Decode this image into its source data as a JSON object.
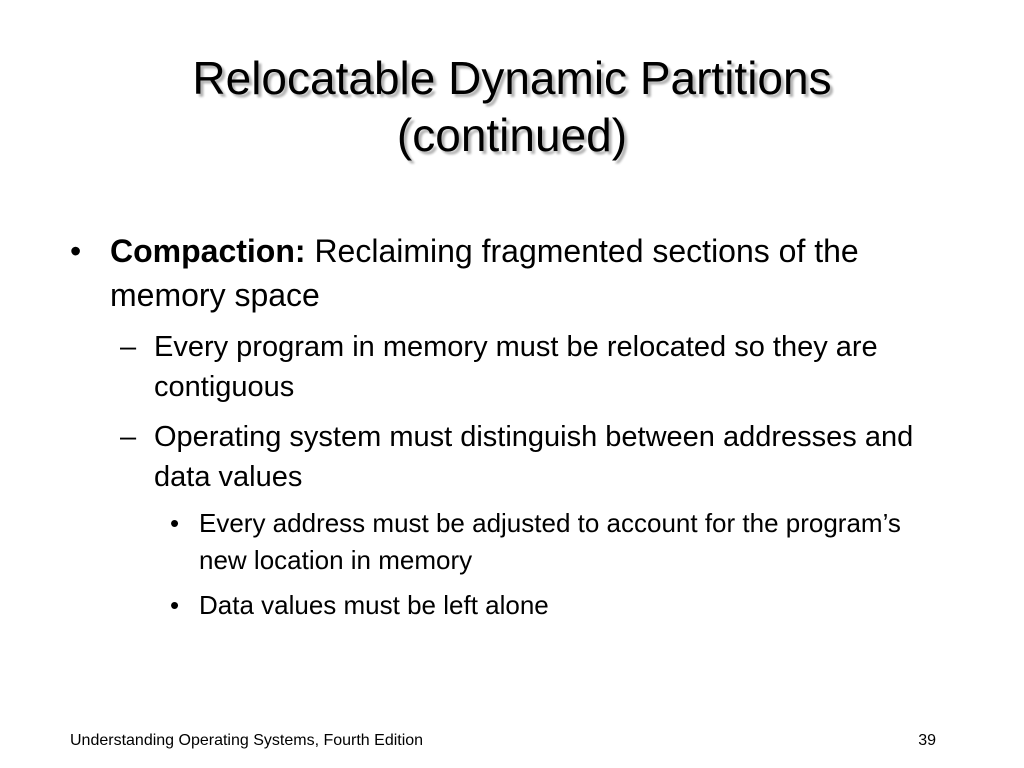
{
  "slide": {
    "title_lines": [
      "Relocatable Dynamic Partitions",
      "(continued)"
    ],
    "bullet_marker": "•",
    "dash_marker": "–",
    "points": {
      "main": {
        "lead": "Compaction:",
        "text": " Reclaiming fragmented sections of the memory space"
      },
      "sub1": "Every program in memory must be relocated so they are contiguous",
      "sub2": "Operating system must distinguish between addresses and data values",
      "subsub1": "Every address must be adjusted to account for the program’s new location in memory",
      "subsub2": "Data values must be left alone"
    }
  },
  "footer": {
    "source": "Understanding Operating Systems, Fourth Edition",
    "page_number": "39"
  }
}
